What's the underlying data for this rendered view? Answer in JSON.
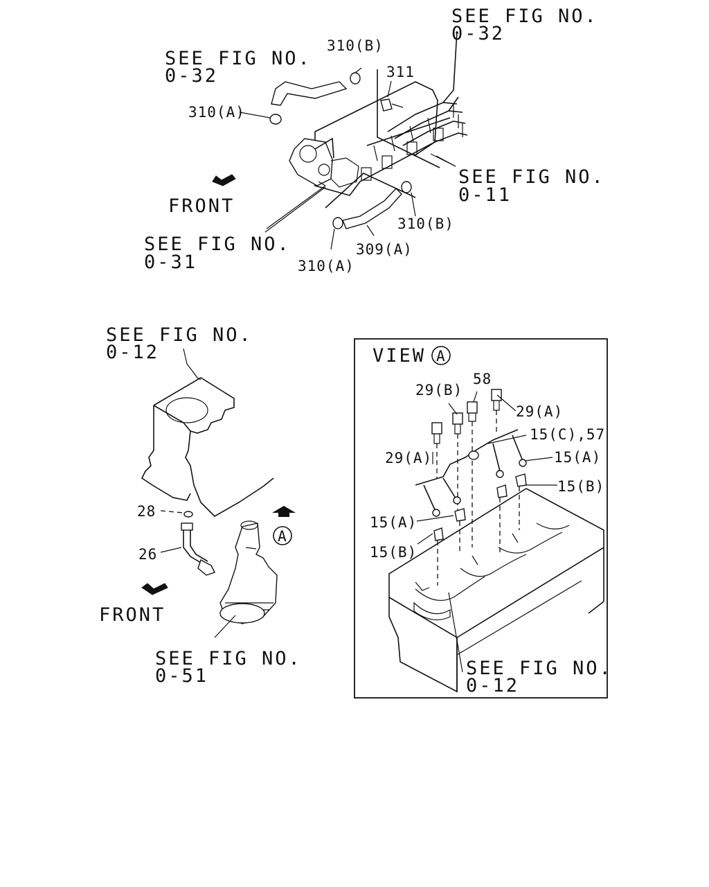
{
  "callouts": {
    "see_fig_032_a": [
      "SEE FIG NO.",
      "0-32"
    ],
    "see_fig_032_b": [
      "SEE FIG NO.",
      "0-32"
    ],
    "see_fig_011": [
      "SEE FIG NO.",
      "0-11"
    ],
    "see_fig_031": [
      "SEE FIG NO.",
      "0-31"
    ],
    "see_fig_012_a": [
      "SEE FIG NO.",
      "0-12"
    ],
    "see_fig_051": [
      "SEE FIG NO.",
      "0-51"
    ],
    "see_fig_012_b": [
      "SEE FIG NO.",
      "0-12"
    ]
  },
  "front_labels": [
    "FRONT",
    "FRONT"
  ],
  "view_marker": "A",
  "view_title": "VIEW",
  "parts_top": {
    "p310b_top": "310(B)",
    "p311": "311",
    "p310a_top": "310(A)",
    "p310b_right": "310(B)",
    "p309a": "309(A)",
    "p310a_bottom": "310(A)"
  },
  "parts_left": {
    "p28": "28",
    "p26": "26"
  },
  "parts_view": {
    "p58": "58",
    "p29b": "29(B)",
    "p29a_right": "29(A)",
    "p15c_57": "15(C),57",
    "p29a_left": "29(A)",
    "p15a_right": "15(A)",
    "p15b_right": "15(B)",
    "p15a_left": "15(A)",
    "p15b_left": "15(B)"
  }
}
